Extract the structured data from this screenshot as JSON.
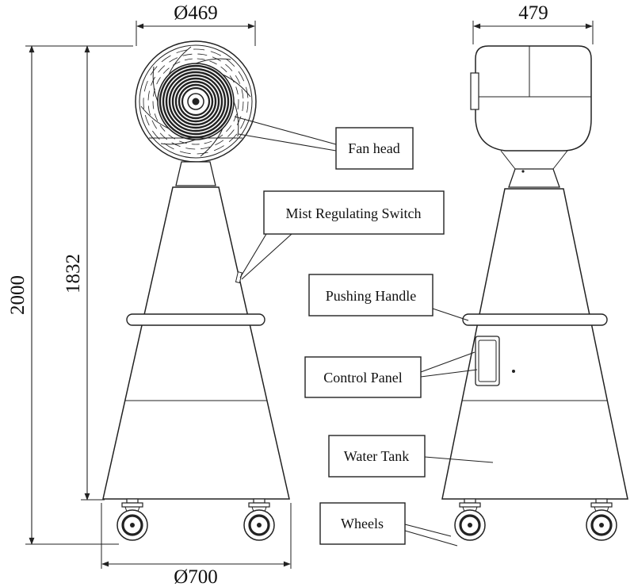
{
  "dimensions": {
    "fan_head_diameter": "Ø469",
    "side_head_width": "479",
    "overall_height": "2000",
    "body_height": "1832",
    "base_diameter": "Ø700"
  },
  "labels": {
    "fan_head": "Fan head",
    "mist_regulating_switch": "Mist Regulating Switch",
    "pushing_handle": "Pushing Handle",
    "control_panel": "Control Panel",
    "water_tank": "Water Tank",
    "wheels": "Wheels"
  }
}
